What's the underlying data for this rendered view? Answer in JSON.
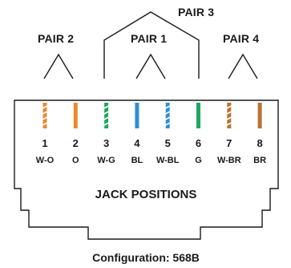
{
  "pairs": [
    {
      "label": "PAIR 3"
    },
    {
      "label": "PAIR 2"
    },
    {
      "label": "PAIR 1"
    },
    {
      "label": "PAIR 4"
    }
  ],
  "pins": [
    {
      "number": "1",
      "code": "W-O",
      "color": "#e98a2d",
      "striped": true
    },
    {
      "number": "2",
      "code": "O",
      "color": "#e98a2d",
      "striped": false
    },
    {
      "number": "3",
      "code": "W-G",
      "color": "#1fa85f",
      "striped": true
    },
    {
      "number": "4",
      "code": "BL",
      "color": "#2d8fd6",
      "striped": false
    },
    {
      "number": "5",
      "code": "W-BL",
      "color": "#2d8fd6",
      "striped": true
    },
    {
      "number": "6",
      "code": "G",
      "color": "#1fa85f",
      "striped": false
    },
    {
      "number": "7",
      "code": "W-BR",
      "color": "#b87333",
      "striped": true
    },
    {
      "number": "8",
      "code": "BR",
      "color": "#b87333",
      "striped": false
    }
  ],
  "jack_title": "JACK POSITIONS",
  "configuration": "Configuration: 568B"
}
